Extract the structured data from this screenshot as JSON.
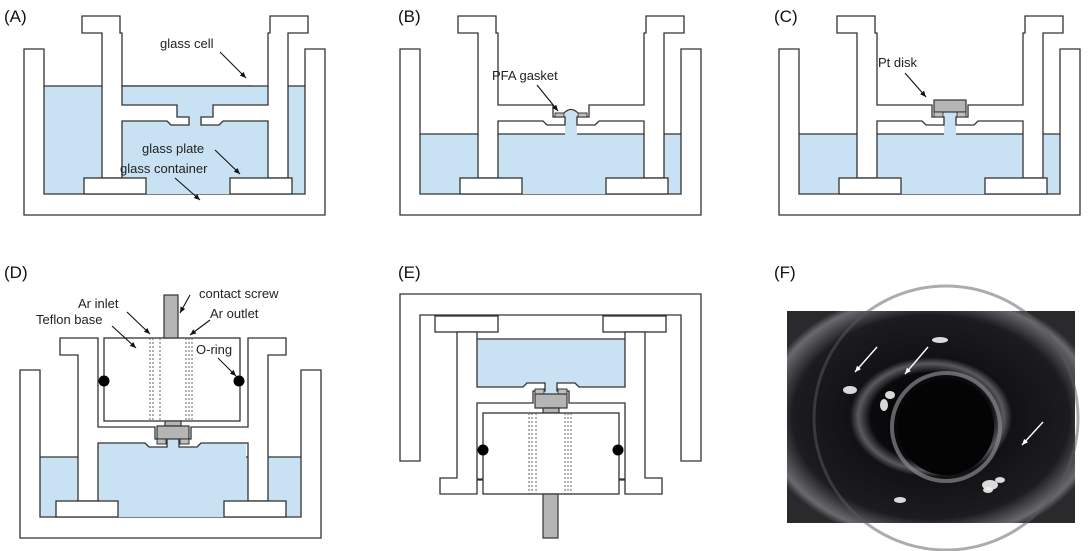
{
  "figure": {
    "panels": [
      {
        "id": "A",
        "label": "(A)",
        "callouts": [
          "glass cell",
          "glass plate",
          "glass container"
        ]
      },
      {
        "id": "B",
        "label": "(B)",
        "callouts": [
          "PFA gasket"
        ]
      },
      {
        "id": "C",
        "label": "(C)",
        "callouts": [
          "Pt disk"
        ]
      },
      {
        "id": "D",
        "label": "(D)",
        "callouts": [
          "contact screw",
          "Ar inlet",
          "Ar outlet",
          "Teflon base",
          "O-ring"
        ]
      },
      {
        "id": "E",
        "label": "(E)",
        "callouts": []
      },
      {
        "id": "F",
        "label": "(F)",
        "callouts": [],
        "content": "photograph of cell bottom with white arrows"
      }
    ],
    "colors": {
      "electrolyte": "#c9e2f3",
      "outline": "#333333",
      "pt_disk": "#b5b5b5",
      "photo_dark": "#0d0d0f"
    }
  }
}
